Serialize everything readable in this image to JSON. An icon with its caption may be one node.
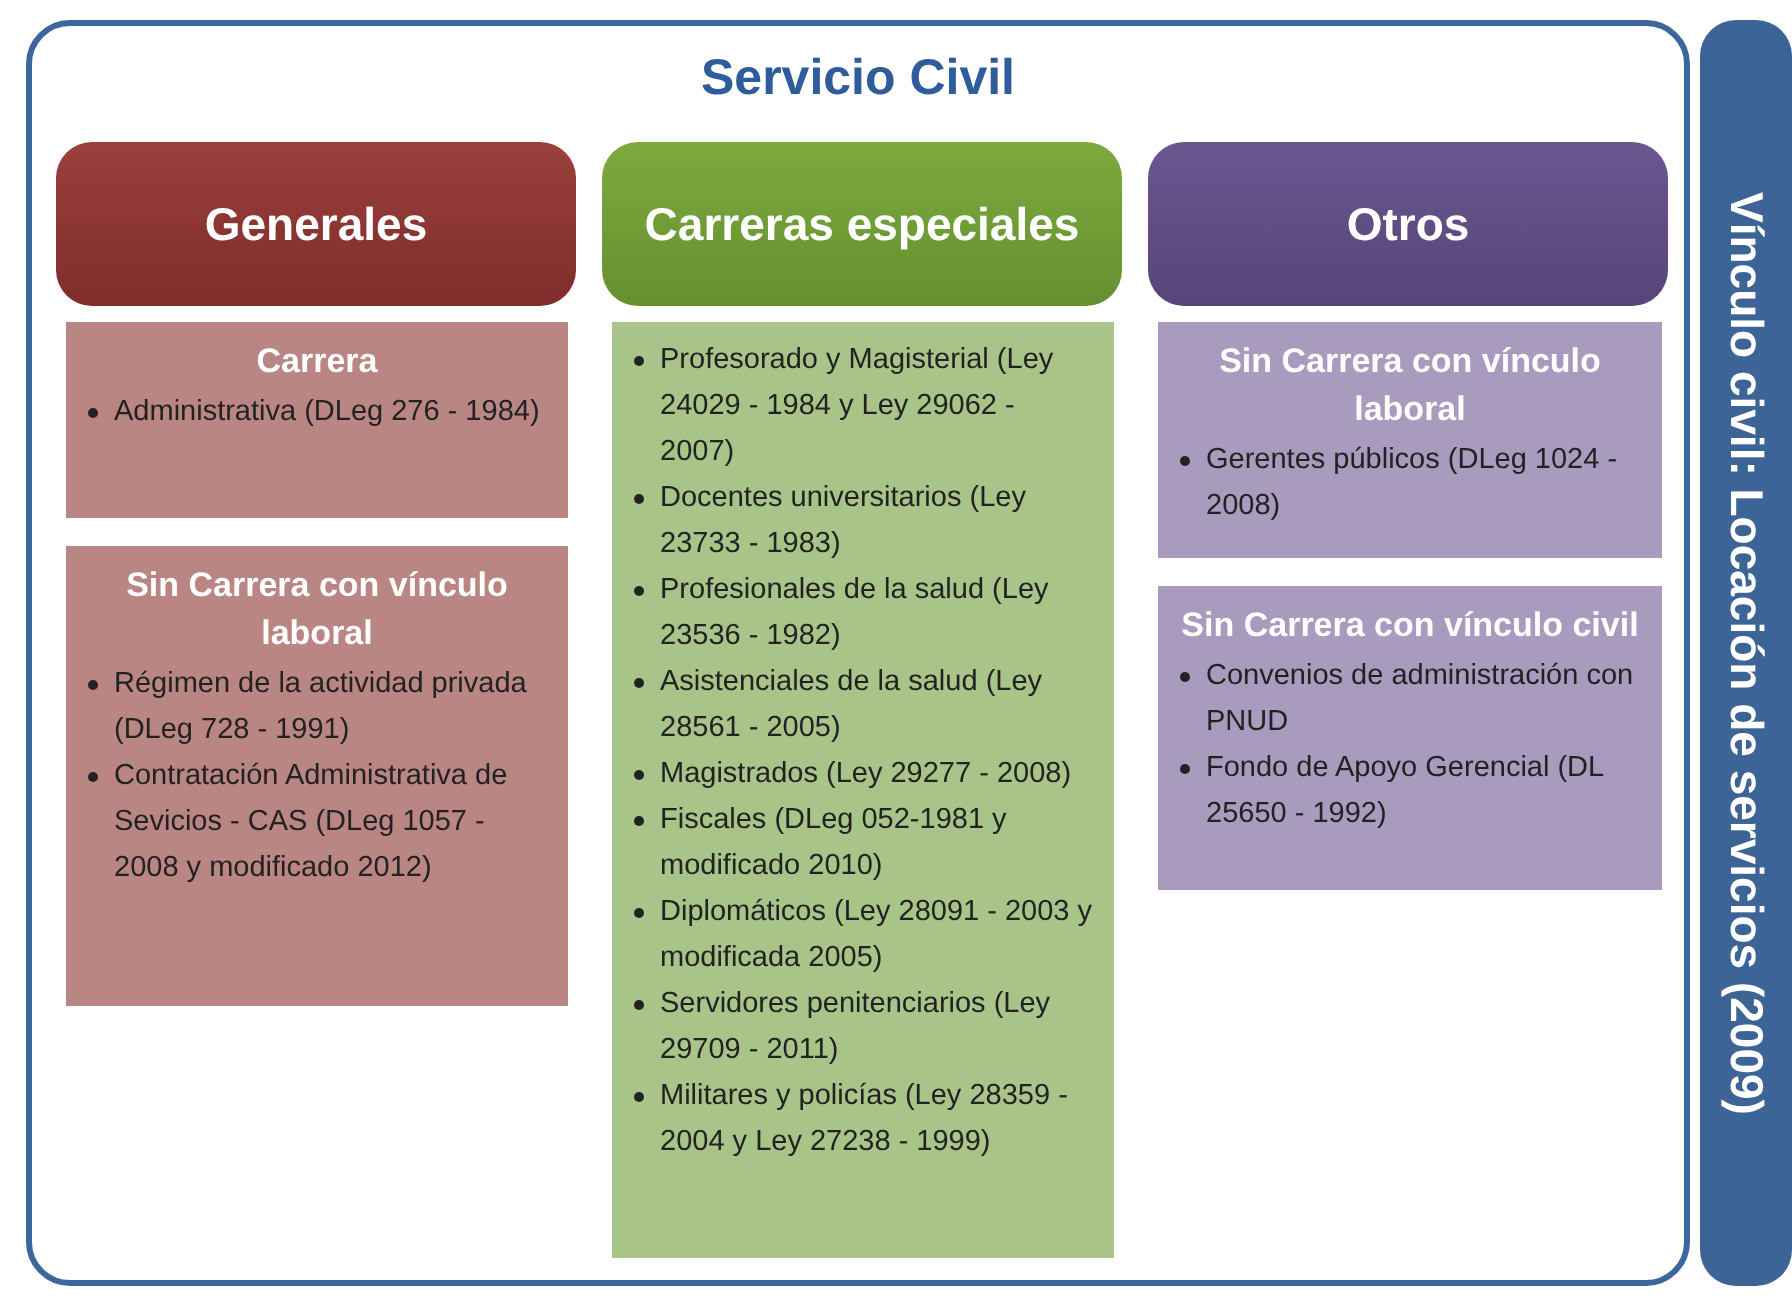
{
  "diagram": {
    "nodes": [
      {
        "text": [
          "Servicio Civil"
        ]
      },
      {
        "text": [
          "Generales"
        ],
        "in": 0
      },
      {
        "text": [
          "Carreras especiales"
        ],
        "in": 0
      },
      {
        "text": [
          "Otros"
        ],
        "in": 0
      },
      {
        "text": [
          "Carrera",
          "Administrativa (DLeg 276 - 1984)"
        ],
        "in": 0
      },
      {
        "text": [
          "Sin Carrera con vínculo laboral",
          "Régimen de la actividad privada (DLeg 728 - 1991)",
          "Contratación Administrativa de Sevicios - CAS (DLeg 1057 - 2008 y modificado 2012)"
        ],
        "in": 0
      },
      {
        "text": [
          "Profesorado y Magisterial (Ley 24029 - 1984 y Ley 29062 - 2007)",
          "Docentes universitarios (Ley 23733 - 1983)",
          "Profesionales de la salud (Ley 23536 - 1982)",
          "Asistenciales de la salud (Ley 28561 - 2005)",
          "Magistrados (Ley 29277 - 2008)",
          "Fiscales (DLeg 052-1981 y modificado 2010)",
          "Diplomáticos (Ley 28091 - 2003 y modificada 2005)",
          "Servidores penitenciarios (Ley 29709 - 2011)",
          "Militares y policías (Ley 28359 - 2004 y Ley 27238 - 1999)"
        ],
        "in": 0
      },
      {
        "text": [
          "Sin Carrera con vínculo laboral",
          "Gerentes públicos (DLeg 1024 - 2008)"
        ],
        "in": 0
      },
      {
        "text": [
          "Sin Carrera con vínculo civil",
          "Convenios de administración con PNUD",
          "Fondo de Apoyo Gerencial (DL 25650 - 1992)"
        ],
        "in": 0
      },
      {
        "text": [
          "Vínculo civil: Locación de servicios (2009)"
        ]
      }
    ]
  }
}
